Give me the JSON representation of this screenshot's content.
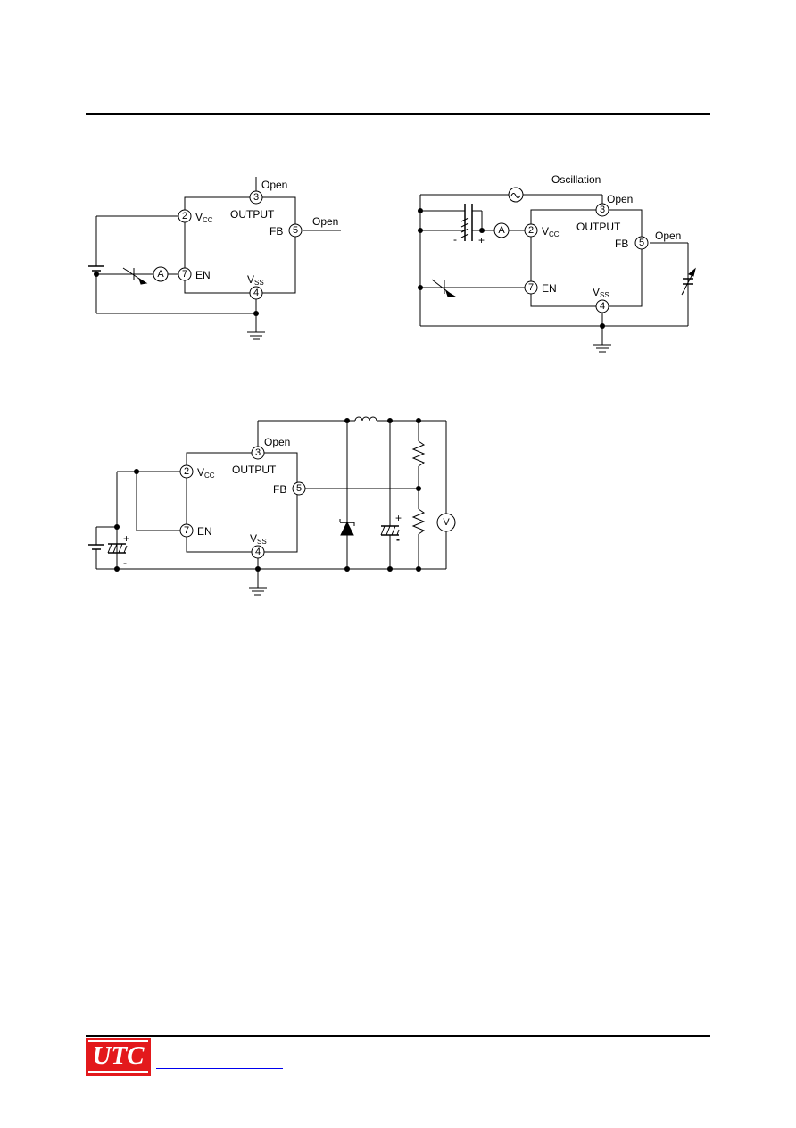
{
  "labels": {
    "open": "Open",
    "output": "OUTPUT",
    "fb": "FB",
    "en": "EN",
    "vcc_main": "V",
    "vcc_sub": "CC",
    "vss_main": "V",
    "vss_sub": "SS",
    "oscillation": "Oscillation",
    "ammeter": "A",
    "voltmeter": "V",
    "plus": "+",
    "minus": "-"
  },
  "pins": {
    "vcc": "2",
    "output": "3",
    "vss": "4",
    "fb": "5",
    "en": "7"
  },
  "logo": {
    "text": "UTC",
    "color": "#e3191c"
  },
  "footer": {
    "link_color": "#0000ee"
  }
}
